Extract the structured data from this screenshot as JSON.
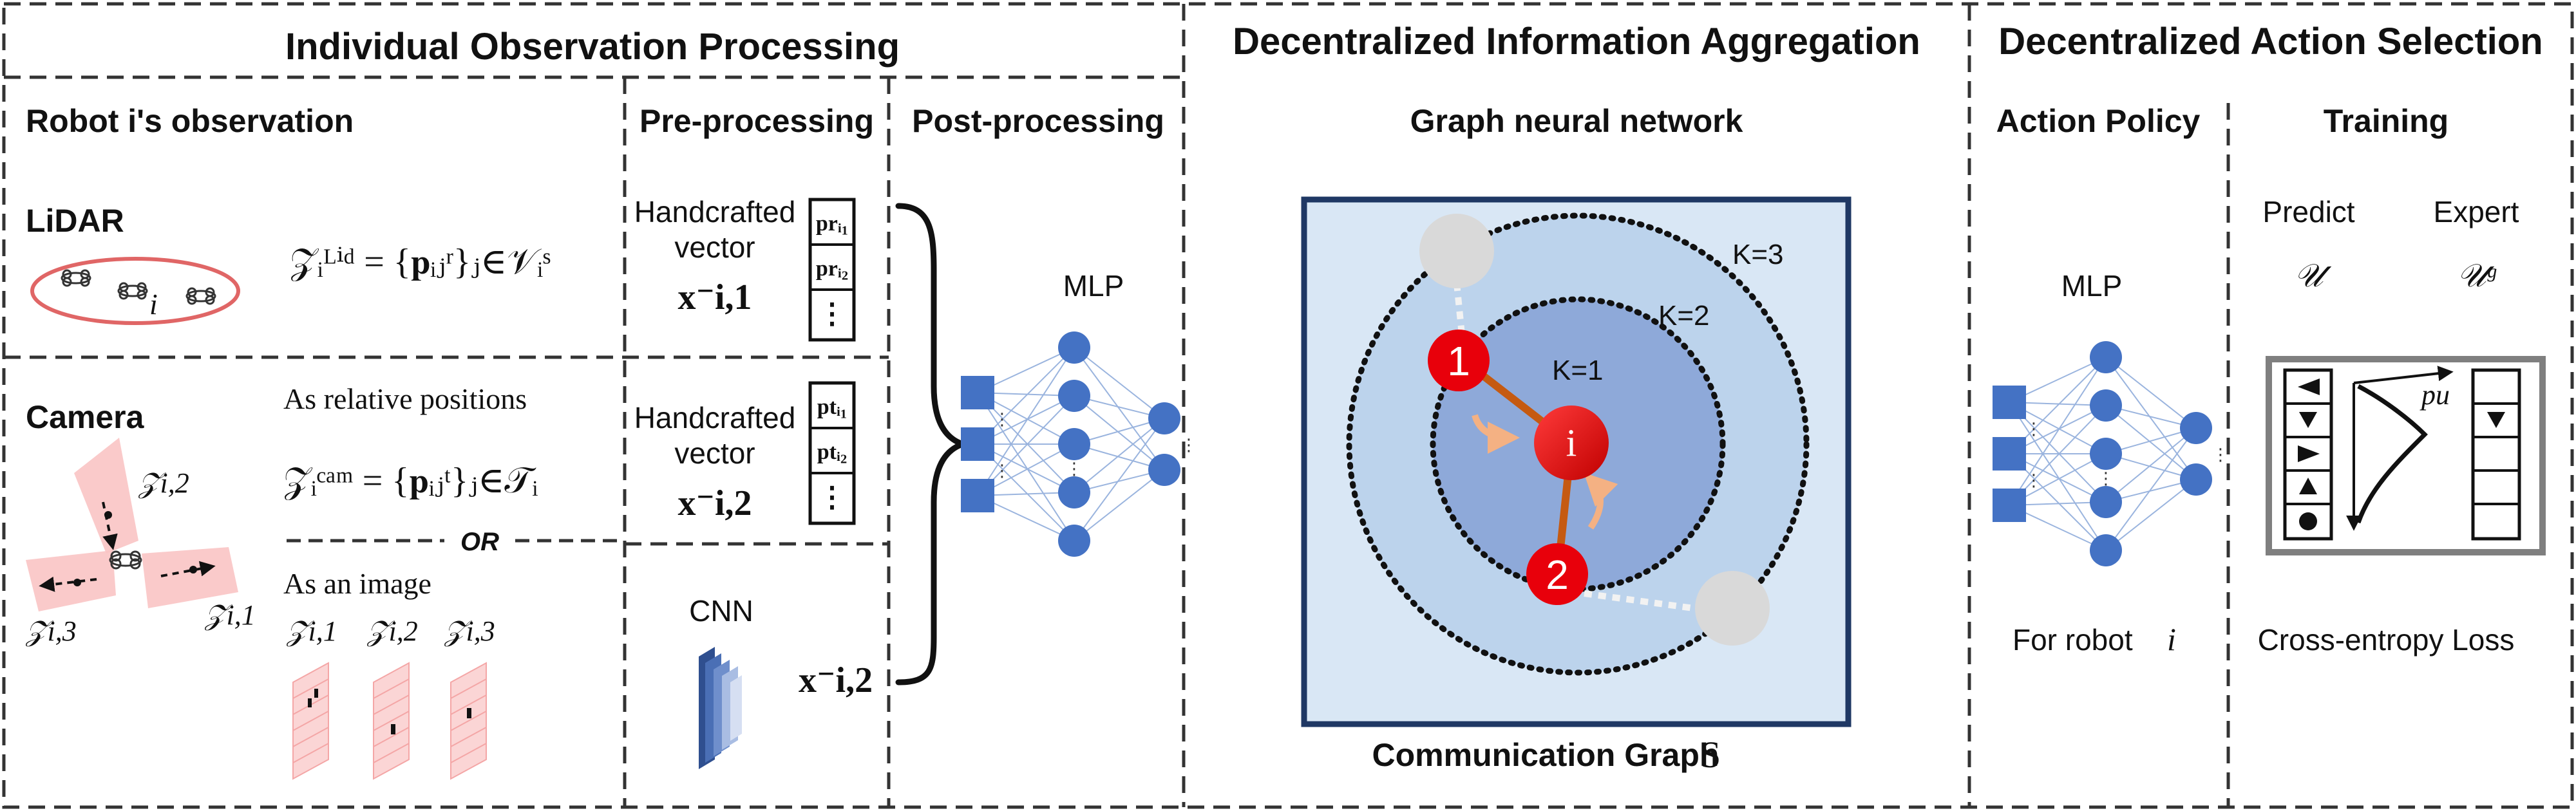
{
  "sections": {
    "individual": "Individual Observation Processing",
    "aggregation": "Decentralized Information Aggregation",
    "action": "Decentralized Action Selection"
  },
  "individual": {
    "observation_heading": "Robot i's observation",
    "preprocessing_heading": "Pre-processing",
    "postprocessing_heading": "Post-processing",
    "lidar": {
      "label": "LiDAR",
      "robot_label": "i",
      "formula": "𝒵ᵢᴸⁱᵈ = {𝐩ᵢⱼʳ}ⱼ∈𝒱ᵢˢ"
    },
    "camera": {
      "label": "Camera",
      "relative_positions_label": "As relative positions",
      "formula": "𝒵ᵢᶜᵃᵐ = {𝐩ᵢⱼᵗ}ⱼ∈𝒯ᵢ",
      "or_label": "OR",
      "image_label": "As an image",
      "view_labels": [
        "𝒵i,2",
        "𝒵i,3",
        "𝒵i,1"
      ],
      "image_labels": [
        "𝒵i,1",
        "𝒵i,2",
        "𝒵i,3"
      ]
    },
    "handcrafted_1": {
      "line1": "Handcrafted",
      "line2": "vector",
      "vec": "x⁻i,1",
      "cells": [
        "prᵢ₁",
        "prᵢ₂",
        "⋮"
      ]
    },
    "handcrafted_2": {
      "line1": "Handcrafted",
      "line2": "vector",
      "vec": "x⁻i,2",
      "cells": [
        "ptᵢ₁",
        "ptᵢ₂",
        "⋮"
      ]
    },
    "cnn": {
      "label": "CNN",
      "vec": "x⁻i,2"
    },
    "mlp_label": "MLP"
  },
  "aggregation": {
    "gnn_title": "Graph neural network",
    "k_labels": [
      "K=3",
      "K=2",
      "K=1"
    ],
    "node_center": "i",
    "node_1": "1",
    "node_2": "2",
    "graph_caption_text": "Communication Graph",
    "graph_caption_symbol": "S"
  },
  "action": {
    "policy_heading": "Action Policy",
    "training_heading": "Training",
    "mlp_label": "MLP",
    "for_robot": "For robot",
    "robot_symbol": "i",
    "predict_label": "Predict",
    "expert_label": "Expert",
    "predict_symbol": "𝒰",
    "expert_symbol": "𝒰ᵍ",
    "pu_label": "pu",
    "loss_label": "Cross-entropy Loss"
  },
  "colors": {
    "robot_red": "#e8000b",
    "lidar_ellipse": "#e06666",
    "fov_pink": "#f9c4c4",
    "image_pink": "#fbd5d5",
    "graph_outer": "#d9e7f5",
    "graph_mid": "#bcd3ec",
    "graph_inner": "#8ea9d9",
    "graph_border": "#1f3864",
    "nn_node": "#4472c4",
    "nn_edge": "#9ab4de",
    "edge_brown": "#c55a11",
    "arrow_peach": "#f4b183",
    "gray_node": "#d9d9d9"
  }
}
